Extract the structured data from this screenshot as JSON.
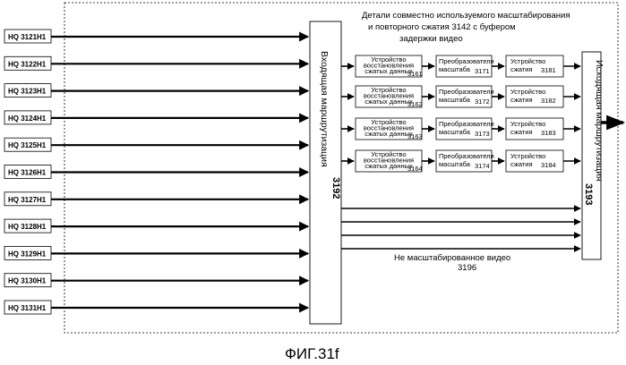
{
  "title_lines": [
    "Детали совместно используемого масштабирования",
    "и повторного сжатия 3142 с буфером",
    "задержки видео"
  ],
  "inputs": [
    "HQ 3121H1",
    "HQ 3122H1",
    "HQ 3123H1",
    "HQ 3124H1",
    "HQ 3125H1",
    "HQ 3126H1",
    "HQ 3127H1",
    "HQ 3128H1",
    "HQ 3129H1",
    "HQ 3130H1",
    "HQ 3131H1"
  ],
  "input_router": {
    "label": "Входящая маршрутизация",
    "number": "3192"
  },
  "output_router": {
    "label": "Исходящая маршрутизация",
    "number": "3193"
  },
  "chains": [
    {
      "decompressor": [
        "Устройство",
        "восстановления",
        "сжатых данных"
      ],
      "decompressor_num": "3161",
      "scaler": [
        "Преобразователи",
        "масштаба"
      ],
      "scaler_num": "3171",
      "compressor": [
        "Устройство",
        "сжатия"
      ],
      "compressor_num": "3181"
    },
    {
      "decompressor": [
        "Устройство",
        "восстановления",
        "сжатых данных"
      ],
      "decompressor_num": "3162",
      "scaler": [
        "Преобразователи",
        "масштаба"
      ],
      "scaler_num": "3172",
      "compressor": [
        "Устройство",
        "сжатия"
      ],
      "compressor_num": "3182"
    },
    {
      "decompressor": [
        "Устройство",
        "восстановления",
        "сжатых данных"
      ],
      "decompressor_num": "3163",
      "scaler": [
        "Преобразователи",
        "масштаба"
      ],
      "scaler_num": "3173",
      "compressor": [
        "Устройство",
        "сжатия"
      ],
      "compressor_num": "3183"
    },
    {
      "decompressor": [
        "Устройство",
        "восстановления",
        "сжатых данных"
      ],
      "decompressor_num": "3164",
      "scaler": [
        "Преобразователи",
        "масштаба"
      ],
      "scaler_num": "3174",
      "compressor": [
        "Устройство",
        "сжатия"
      ],
      "compressor_num": "3184"
    }
  ],
  "unscaled_label": "Не масштабированное видео",
  "unscaled_number": "3196",
  "caption": "ФИГ.31f"
}
